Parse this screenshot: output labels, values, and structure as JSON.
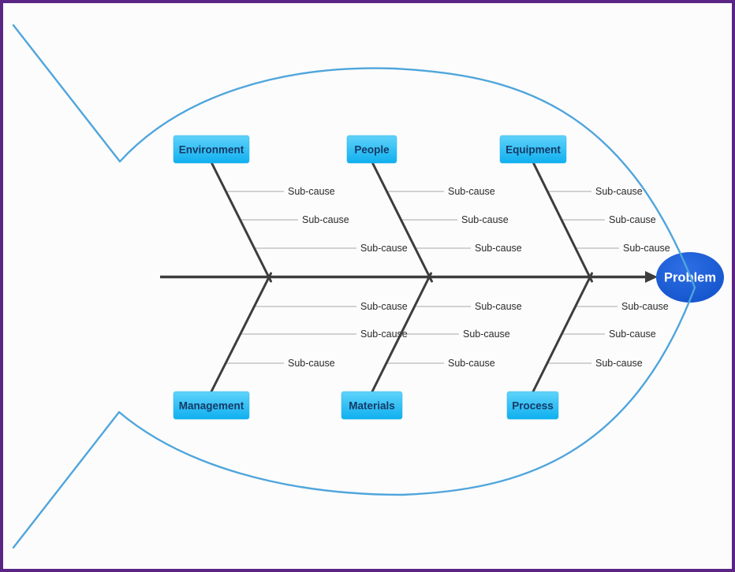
{
  "colors": {
    "frame_border": "#5a2585",
    "canvas_bg": "#fcfcfc",
    "fish_outline": "#4fa5dc",
    "spine": "#3d3d3d",
    "branch_line": "#a8a8a8",
    "subcause_text": "#2a2a2a",
    "box_gradient_top": "#60d3fa",
    "box_gradient_bottom": "#0fb0f0",
    "box_text": "#153a66",
    "problem_gradient_light": "#2f6ee4",
    "problem_gradient_dark": "#0b4dc5",
    "problem_text": "#ffffff"
  },
  "diagram": {
    "problem": {
      "label": "Problem"
    },
    "categories": [
      {
        "id": "environment",
        "label": "Environment",
        "position": "top",
        "subcauses": [
          "Sub-cause",
          "Sub-cause",
          "Sub-cause"
        ]
      },
      {
        "id": "people",
        "label": "People",
        "position": "top",
        "subcauses": [
          "Sub-cause",
          "Sub-cause",
          "Sub-cause"
        ]
      },
      {
        "id": "equipment",
        "label": "Equipment",
        "position": "top",
        "subcauses": [
          "Sub-cause",
          "Sub-cause",
          "Sub-cause"
        ]
      },
      {
        "id": "management",
        "label": "Management",
        "position": "bottom",
        "subcauses": [
          "Sub-cause",
          "Sub-cause",
          "Sub-cause"
        ]
      },
      {
        "id": "materials",
        "label": "Materials",
        "position": "bottom",
        "subcauses": [
          "Sub-cause",
          "Sub-cause",
          "Sub-cause"
        ]
      },
      {
        "id": "process",
        "label": "Process",
        "position": "bottom",
        "subcauses": [
          "Sub-cause",
          "Sub-cause",
          "Sub-cause"
        ]
      }
    ]
  }
}
